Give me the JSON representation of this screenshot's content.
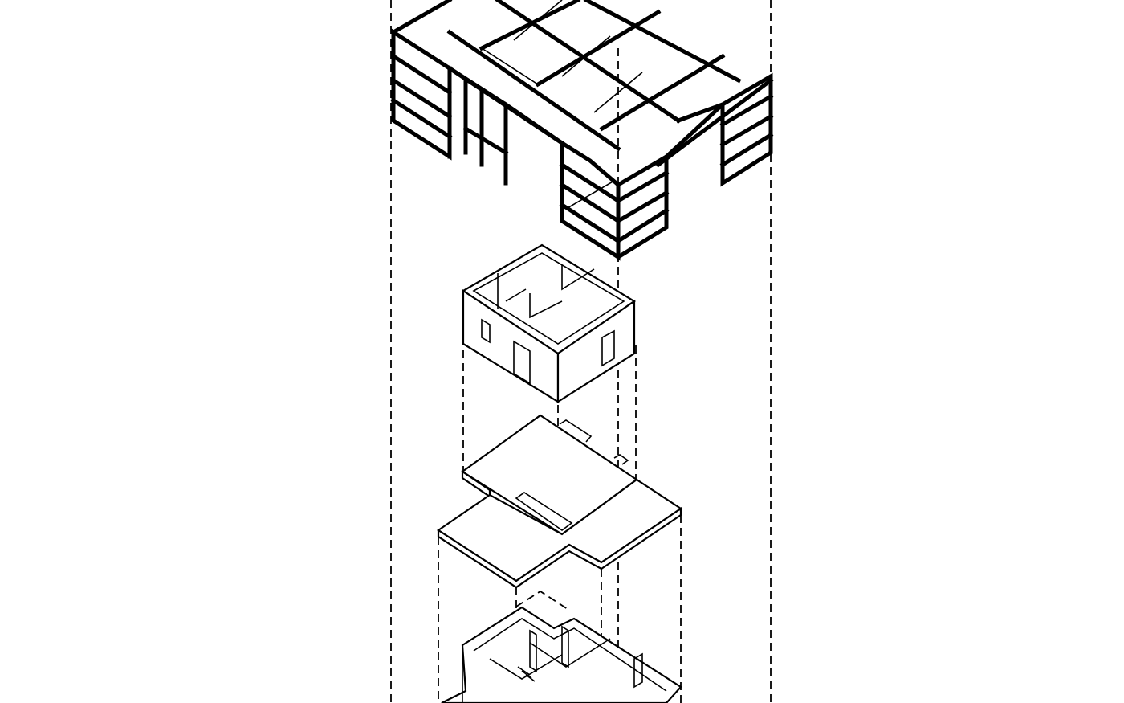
{
  "diagram": {
    "kind": "exploded axonometric building diagram",
    "line_color": "#000000",
    "background": "#ffffff",
    "layers": [
      "steel-roof-frame",
      "upper-floor-walls",
      "upper-floor-slab",
      "ground-floor-slab",
      "ground-floor-walls"
    ]
  }
}
